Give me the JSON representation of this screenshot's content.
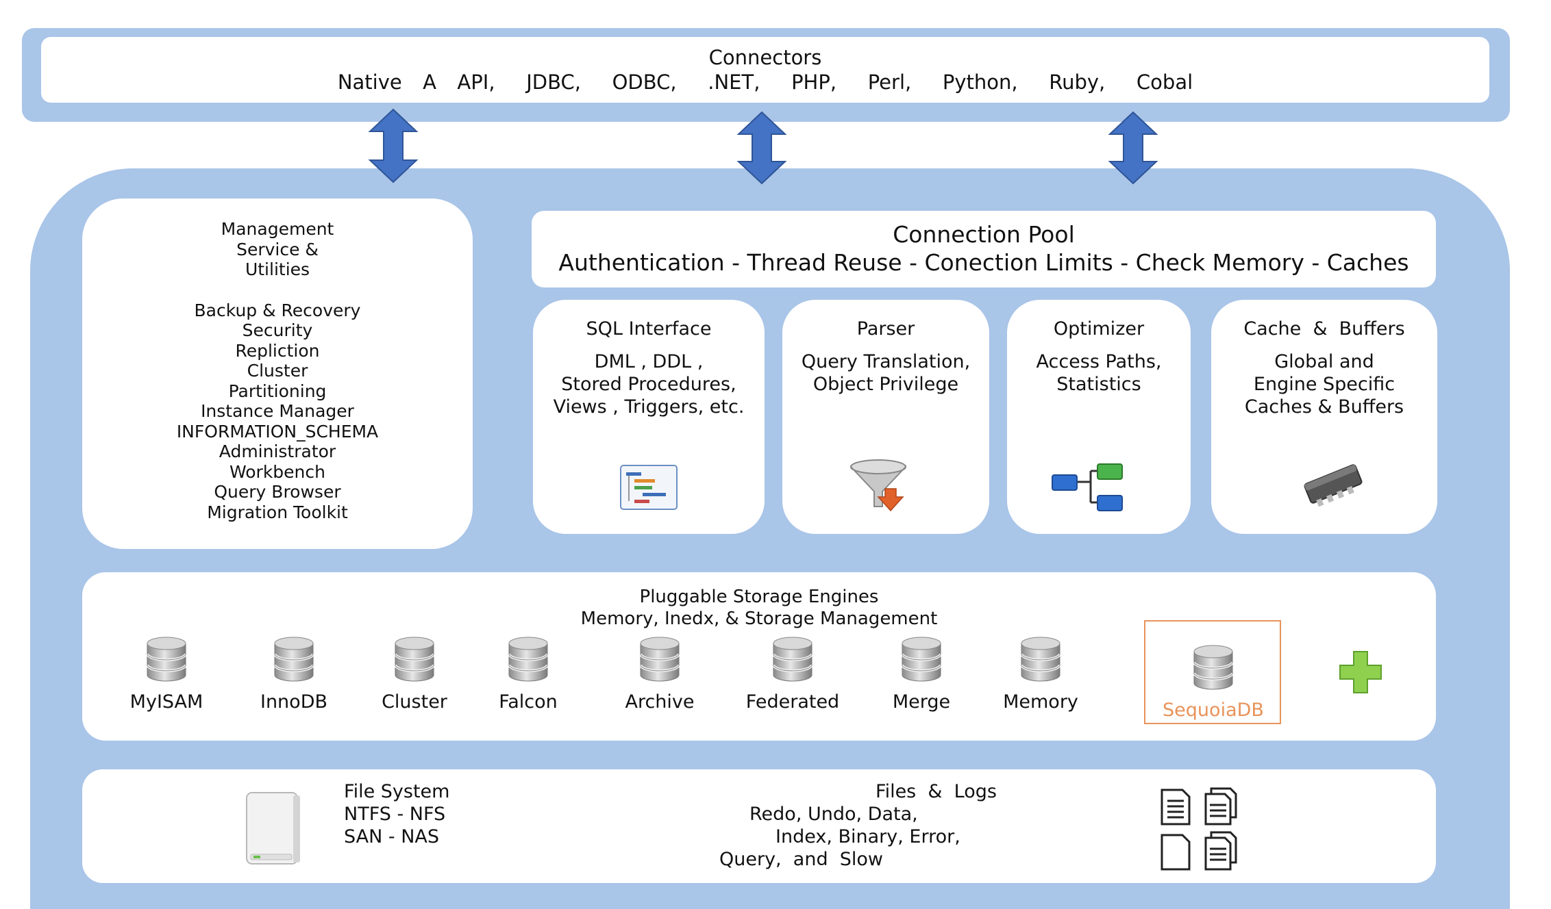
{
  "connectors": {
    "title": "Connectors",
    "list": "Native  A  API,   JDBC,   ODBC,   .NET,   PHP,   Perl,   Python,   Ruby,   Cobal"
  },
  "management": {
    "lines_top": [
      "Management",
      "Service &",
      "Utilities"
    ],
    "lines_bottom": [
      "Backup & Recovery",
      "Security",
      "Repliction",
      "Cluster",
      "Partitioning",
      "Instance Manager",
      "INFORMATION_SCHEMA",
      "Administrator",
      "Workbench",
      "Query Browser",
      "Migration Toolkit"
    ]
  },
  "connection_pool": {
    "title": "Connection Pool",
    "subtitle": "Authentication - Thread Reuse - Conection Limits - Check Memory - Caches"
  },
  "components": [
    {
      "title": "SQL Interface",
      "lines": [
        "DML , DDL ,",
        "Stored Procedures,",
        "Views , Triggers, etc."
      ],
      "icon": "sql-tree-icon"
    },
    {
      "title": "Parser",
      "lines": [
        "Query Translation,",
        "Object Privilege"
      ],
      "icon": "funnel-icon"
    },
    {
      "title": "Optimizer",
      "lines": [
        "Access Paths,",
        "Statistics"
      ],
      "icon": "flowchart-icon"
    },
    {
      "title": "Cache  &  Buffers",
      "lines": [
        "Global and",
        "Engine Specific",
        "Caches & Buffers"
      ],
      "icon": "memory-chip-icon"
    }
  ],
  "storage_engines": {
    "title_line1": "Pluggable Storage Engines",
    "title_line2": "Memory, Inedx, & Storage Management",
    "engines": [
      "MyISAM",
      "InnoDB",
      "Cluster",
      "Falcon",
      "Archive",
      "Federated",
      "Merge",
      "Memory",
      "SequoiaDB"
    ],
    "highlight_color": "#e8935a",
    "add_icon": "plus-icon"
  },
  "file_system": {
    "lines": [
      "File System",
      "NTFS - NFS",
      "SAN - NAS"
    ],
    "icon": "hard-drive-icon"
  },
  "files_logs": {
    "title": "Files  &  Logs",
    "lines": [
      "Redo, Undo, Data,",
      "Index, Binary, Error,",
      "Query,  and  Slow"
    ],
    "icon": "document-icons"
  },
  "colors": {
    "container_blue": "#a9c5e8",
    "arrow_blue": "#4472c4",
    "panel_white": "#ffffff"
  }
}
